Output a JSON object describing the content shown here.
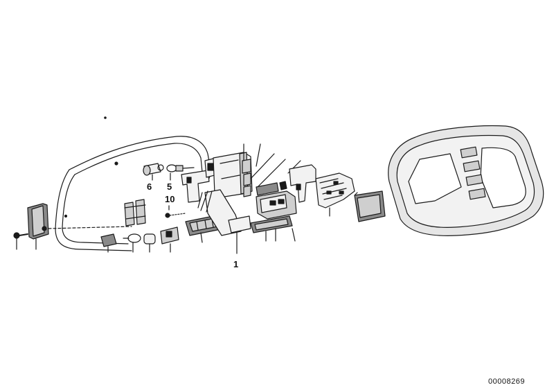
{
  "callouts": {
    "c6": "6",
    "c5": "5",
    "c10": "10",
    "c1": "1"
  },
  "document_number": "00008269",
  "colors": {
    "line": "#1a1a1a",
    "fill_light": "#f2f2f2",
    "fill_mid": "#cfcfcf",
    "fill_dark": "#8a8a8a",
    "background": "#ffffff"
  }
}
